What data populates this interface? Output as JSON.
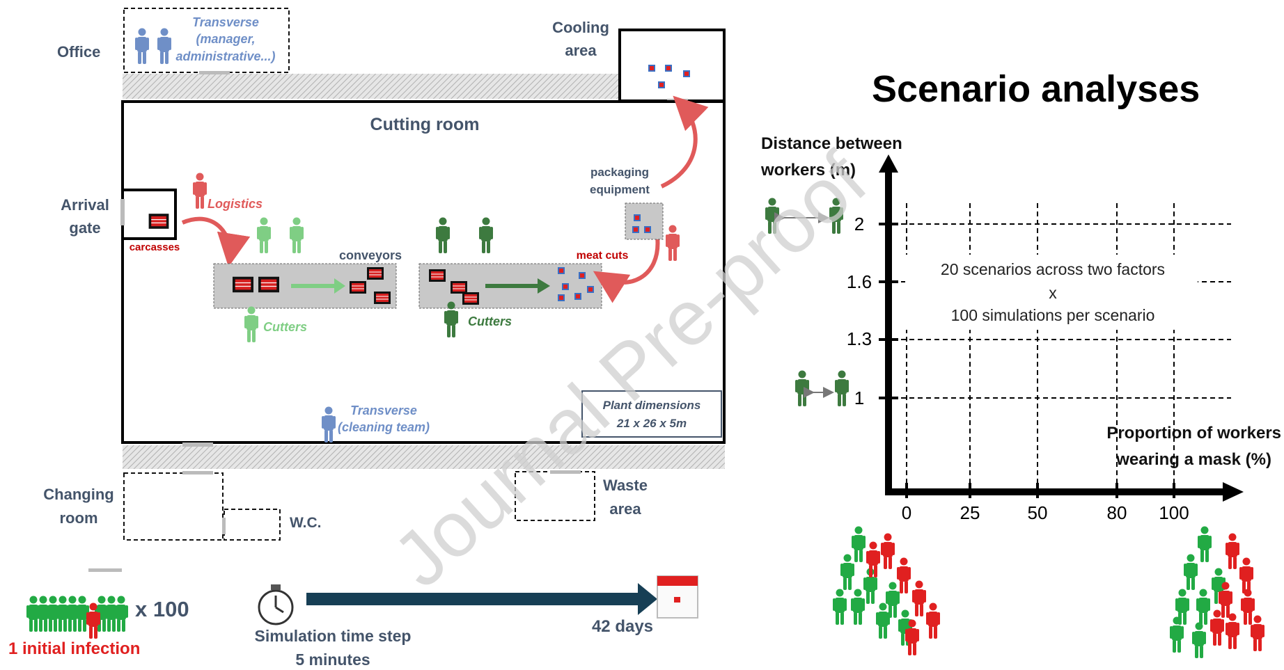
{
  "floorplan": {
    "office": "Office",
    "transverse_top": [
      "Transverse",
      "(manager,",
      "administrative...)"
    ],
    "cooling": [
      "Cooling",
      "area"
    ],
    "cutting_room": "Cutting room",
    "arrival_gate": [
      "Arrival",
      "gate"
    ],
    "carcasses": "carcasses",
    "logistics": "Logistics",
    "conveyors": "conveyors",
    "cutters_left": "Cutters",
    "cutters_right": "Cutters",
    "packaging": [
      "packaging",
      "equipment"
    ],
    "meat_cuts": "meat cuts",
    "transverse_bottom": [
      "Transverse",
      "(cleaning team)"
    ],
    "plant_dimensions": [
      "Plant dimensions",
      "21 x 26 x 5m"
    ],
    "changing_room": [
      "Changing",
      "room"
    ],
    "wc": "W.C.",
    "waste": [
      "Waste",
      "area"
    ]
  },
  "simulation": {
    "multiplier": "x 100",
    "initial_infection": "1 initial infection",
    "time_step": [
      "Simulation  time step",
      "5 minutes"
    ],
    "duration": "42 days"
  },
  "scenario": {
    "title": "Scenario analyses",
    "y_axis_label": [
      "Distance between",
      "workers (m)"
    ],
    "x_axis_label": [
      "Proportion  of workers",
      "wearing a mask (%)"
    ],
    "y_ticks": [
      "2",
      "1.6",
      "1.3",
      "1"
    ],
    "x_ticks": [
      "0",
      "25",
      "50",
      "80",
      "100"
    ],
    "center_text": [
      "20 scenarios across two factors",
      "x",
      "100 simulations per scenario"
    ]
  },
  "watermark": "Journal Pre-proof",
  "colors": {
    "light_green": "#7fce84",
    "dark_green": "#3d7a3f",
    "red": "#e05a5a",
    "dark_red": "#c00000",
    "slate": "#44546a",
    "blue_figure": "#6f8fc7",
    "navy_arrow": "#173f55"
  }
}
